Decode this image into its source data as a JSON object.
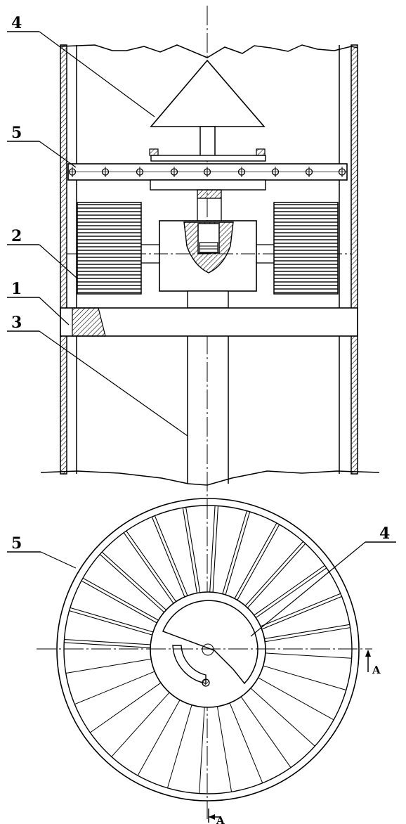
{
  "callouts": {
    "top_4": "4",
    "top_5": "5",
    "top_2": "2",
    "top_1": "1",
    "top_3": "3",
    "bottom_5": "5",
    "bottom_4": "4"
  },
  "section_marks": {
    "right": "A",
    "bottom": "A"
  },
  "colors": {
    "ink": "#000000",
    "paper": "#ffffff"
  }
}
